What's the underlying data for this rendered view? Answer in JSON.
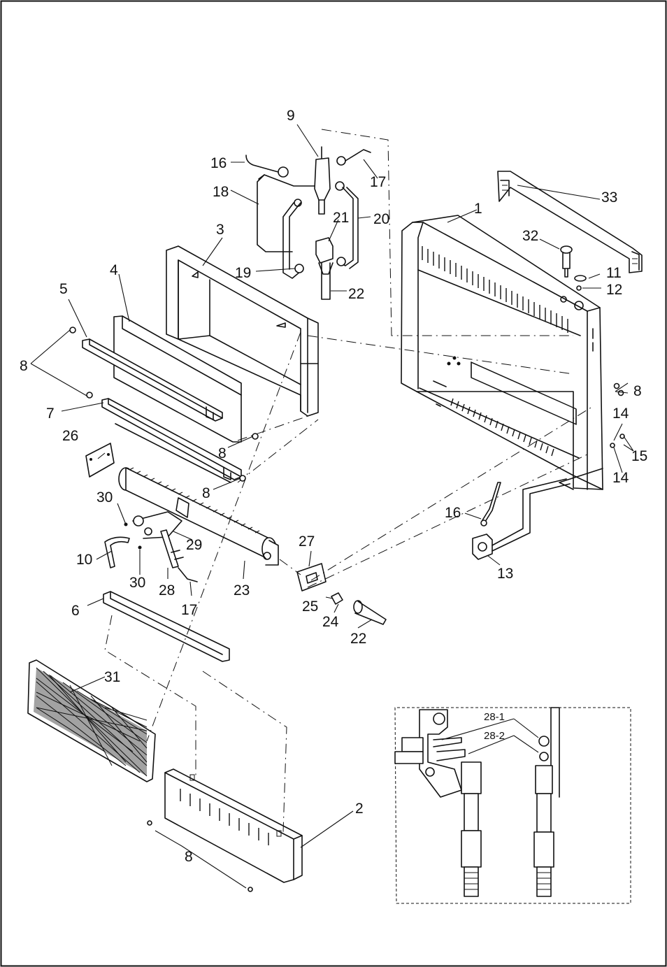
{
  "diagram": {
    "parts": [
      {
        "id": "p1",
        "label": "1"
      },
      {
        "id": "p2",
        "label": "2"
      },
      {
        "id": "p3",
        "label": "3"
      },
      {
        "id": "p4",
        "label": "4"
      },
      {
        "id": "p5",
        "label": "5"
      },
      {
        "id": "p6",
        "label": "6"
      },
      {
        "id": "p7",
        "label": "7"
      },
      {
        "id": "p8a",
        "label": "8"
      },
      {
        "id": "p8b",
        "label": "8"
      },
      {
        "id": "p8c",
        "label": "8"
      },
      {
        "id": "p8d",
        "label": "8"
      },
      {
        "id": "p8e",
        "label": "8"
      },
      {
        "id": "p9",
        "label": "9"
      },
      {
        "id": "p10",
        "label": "10"
      },
      {
        "id": "p11",
        "label": "11"
      },
      {
        "id": "p12",
        "label": "12"
      },
      {
        "id": "p13",
        "label": "13"
      },
      {
        "id": "p14a",
        "label": "14"
      },
      {
        "id": "p14b",
        "label": "14"
      },
      {
        "id": "p15",
        "label": "15"
      },
      {
        "id": "p16a",
        "label": "16"
      },
      {
        "id": "p16b",
        "label": "16"
      },
      {
        "id": "p17a",
        "label": "17"
      },
      {
        "id": "p17b",
        "label": "17"
      },
      {
        "id": "p18",
        "label": "18"
      },
      {
        "id": "p19",
        "label": "19"
      },
      {
        "id": "p20",
        "label": "20"
      },
      {
        "id": "p21",
        "label": "21"
      },
      {
        "id": "p22a",
        "label": "22"
      },
      {
        "id": "p22b",
        "label": "22"
      },
      {
        "id": "p23",
        "label": "23"
      },
      {
        "id": "p24",
        "label": "24"
      },
      {
        "id": "p25",
        "label": "25"
      },
      {
        "id": "p26",
        "label": "26"
      },
      {
        "id": "p27",
        "label": "27"
      },
      {
        "id": "p28",
        "label": "28"
      },
      {
        "id": "p29",
        "label": "29"
      },
      {
        "id": "p30a",
        "label": "30"
      },
      {
        "id": "p30b",
        "label": "30"
      },
      {
        "id": "p31",
        "label": "31"
      },
      {
        "id": "p32",
        "label": "32"
      },
      {
        "id": "p33",
        "label": "33"
      },
      {
        "id": "p28-1",
        "label": "28-1"
      },
      {
        "id": "p28-2",
        "label": "28-2"
      }
    ]
  }
}
